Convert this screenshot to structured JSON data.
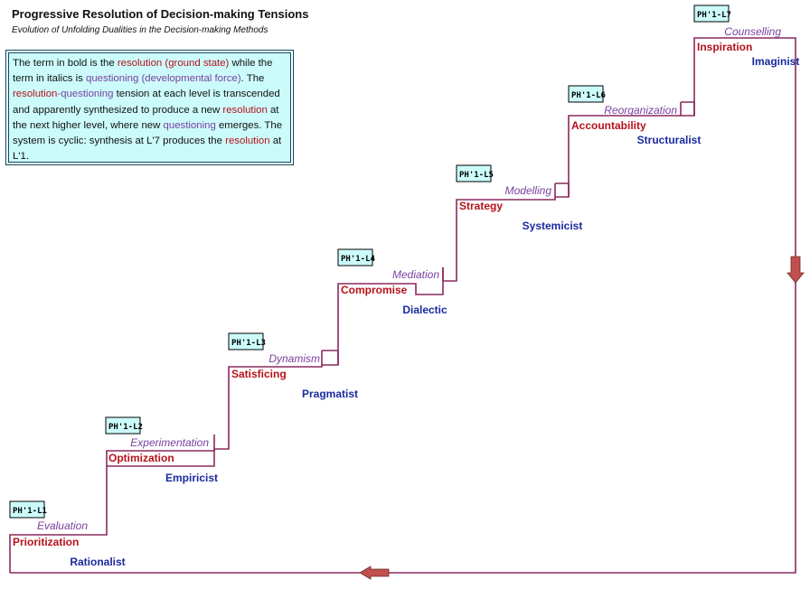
{
  "title": "Progressive Resolution of Decision-making Tensions",
  "subtitle": "Evolution of Unfolding Dualities in the Decision-making Methods",
  "legend": {
    "p1": "The term in bold is the ",
    "p2": "resolution (ground state)",
    "p3": " while the term in italics is  ",
    "p4": "questioning (developmental force)",
    "p5": ". The ",
    "p6": "resolution",
    "p7": "-",
    "p8": "questioning",
    "p9": " tension at each level is transcended and  apparently synthesized to produce a new ",
    "p10": "resolution",
    "p11": " at the next higher level, where new ",
    "p12": "questioning",
    "p13": " emerges. The system is cyclic: synthesis at L'7 produces the ",
    "p14": "resolution",
    "p15": " at L'1."
  },
  "levels": [
    {
      "tag": "PH'1-L1",
      "resolution": "Prioritization",
      "questioning": "Evaluation",
      "method": "Rationalist"
    },
    {
      "tag": "PH'1-L2",
      "resolution": "Optimization",
      "questioning": "Experimentation",
      "method": "Empiricist"
    },
    {
      "tag": "PH'1-L3",
      "resolution": "Satisficing",
      "questioning": "Dynamism",
      "method": "Pragmatist"
    },
    {
      "tag": "PH'1-L4",
      "resolution": "Compromise",
      "questioning": "Mediation",
      "method": "Dialectic"
    },
    {
      "tag": "PH'1-L5",
      "resolution": "Strategy",
      "questioning": "Modelling",
      "method": "Systemicist"
    },
    {
      "tag": "PH'1-L6",
      "resolution": "Accountability",
      "questioning": "Reorganization",
      "method": "Structuralist"
    },
    {
      "tag": "PH'1-L7",
      "resolution": "Inspiration",
      "questioning": "Counselling",
      "method": "Imaginist"
    }
  ],
  "colors": {
    "line": "#8a2a5e",
    "arrow": "#c0504d",
    "resolution": "#b5121b",
    "questioning": "#7a3fa0",
    "method": "#1a2a9e"
  }
}
